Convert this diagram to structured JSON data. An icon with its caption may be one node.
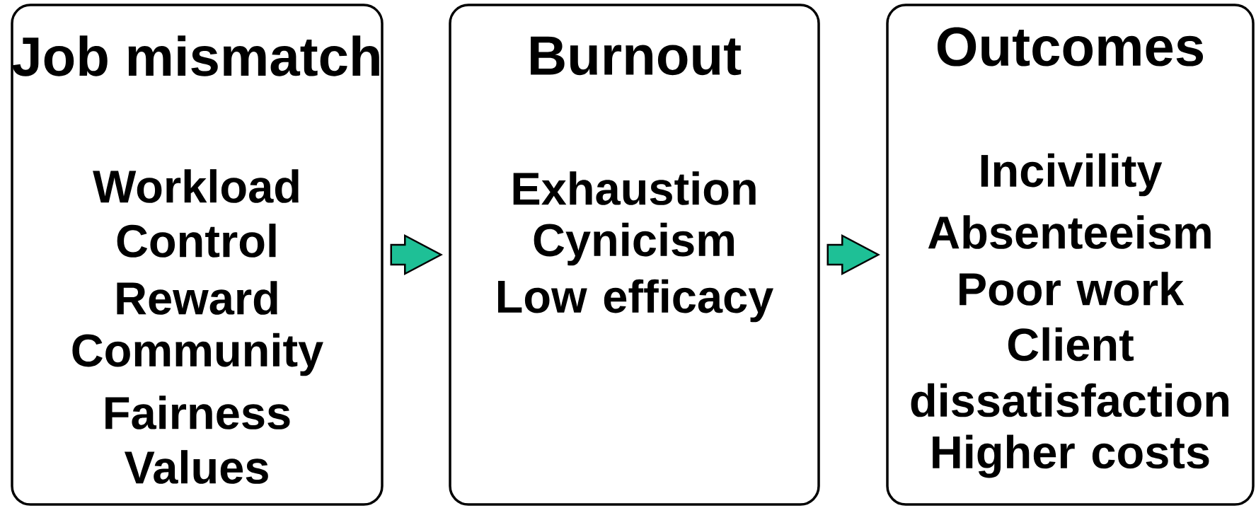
{
  "diagram": {
    "nodes": [
      {
        "text": [
          "Job mismatch",
          "Workload",
          "Control",
          "Reward",
          "Community",
          "Fairness",
          "Values"
        ]
      },
      {
        "text": [
          "Burnout",
          "Exhaustion",
          "Cynicism",
          "Low efficacy"
        ]
      },
      {
        "text": [
          "Outcomes",
          "Incivility",
          "Absenteeism",
          "Poor work",
          "Client dissatisfaction",
          "Higher costs"
        ]
      }
    ],
    "edges": [
      {
        "from": 0,
        "to": 1,
        "arrow": "to"
      },
      {
        "from": 1,
        "to": 2,
        "arrow": "to"
      }
    ]
  }
}
